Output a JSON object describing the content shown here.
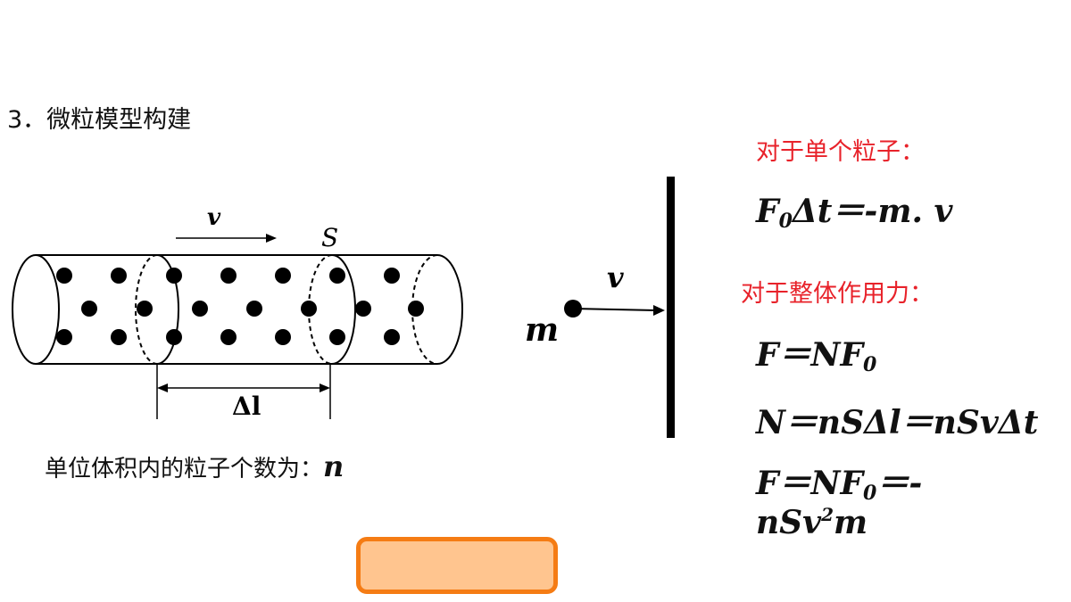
{
  "heading": "3．微粒模型构建",
  "tube_label_v": "v",
  "tube_label_S": "S",
  "tube_label_dl": "Δl",
  "note": {
    "text": "单位体积内的粒子个数为：",
    "variable": "n"
  },
  "particle_label_m": "m",
  "particle_label_v": "v",
  "single_label": "对于单个粒子：",
  "eq1": {
    "a": "F",
    "b": "0",
    "c": "Δt＝-m.",
    "d": " v"
  },
  "whole_label": "对于整体作用力：",
  "eq2": {
    "a": "F＝NF",
    "b": "0"
  },
  "eq3": "N＝nSΔl＝nSvΔt",
  "eq4": {
    "a": "F＝NF",
    "b": "0",
    "c": "＝-",
    "d": "nSv",
    "e": "2",
    "f": "m"
  },
  "colors": {
    "label_red": "#e8222a",
    "button_fill": "#ffc58f",
    "button_border": "#f57c14"
  }
}
